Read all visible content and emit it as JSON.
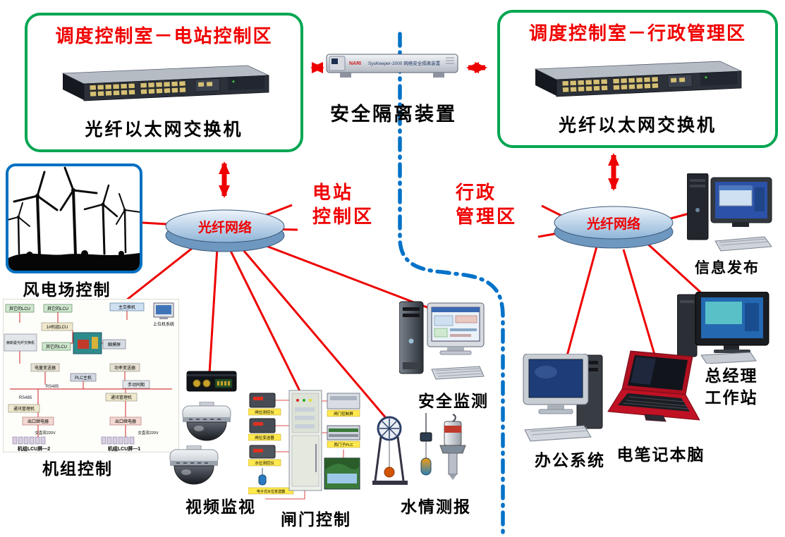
{
  "colors": {
    "accent_red": "#f00000",
    "room_border_green": "#00a651",
    "boundary_blue": "#0072c8",
    "hub_fill": "#aecbe8"
  },
  "rooms": {
    "left": {
      "title": "调度控制室－电站控制区",
      "switch_label": "光纤以太网交换机"
    },
    "right": {
      "title": "调度控制室－行政管理区",
      "switch_label": "光纤以太网交换机"
    }
  },
  "isolation": {
    "label": "安全隔离装置",
    "brand": "NARI",
    "model": "SysKeeper-2000 网络安全隔离装置"
  },
  "zones": {
    "left": {
      "line1": "电站",
      "line2": "控制区"
    },
    "right": {
      "line1": "行政",
      "line2": "管理区"
    }
  },
  "hubs": {
    "left": "光纤网络",
    "right": "光纤网络"
  },
  "nodes": {
    "wind": {
      "label": "风电场控制"
    },
    "unit": {
      "label": "机组控制",
      "tiny": [
        "其它的LCU",
        "其它的LCU",
        "主交换机",
        "上位机系统",
        "1#机组LCU",
        "赫斯曼光纤交换机",
        "其它的LCU",
        "触摸屏",
        "电量变送器",
        "功率变送器",
        "PLC主机",
        "RS485",
        "手动同期",
        "RS485",
        "通讯管理机",
        "通讯管理机",
        "出口继电器",
        "出口继电器",
        "交直流220V",
        "交直流220V",
        "机组LCU屏—2",
        "机组LCU屏—1"
      ]
    },
    "video": {
      "label": "视频监视"
    },
    "gate": {
      "label": "闸门控制",
      "tags": [
        "闸位测控仪",
        "闸位变送器",
        "水位测控仪",
        "电子式水位变送器",
        "西门子PLC",
        "闸门控制屏"
      ]
    },
    "safety": {
      "label": "安全监测"
    },
    "water": {
      "label": "水情测报"
    },
    "info": {
      "label": "信息发布"
    },
    "gm": {
      "line1": "总经理",
      "line2": "工作站"
    },
    "office": {
      "label": "办公系统"
    },
    "laptop": {
      "label": "电笔记本脑"
    }
  }
}
